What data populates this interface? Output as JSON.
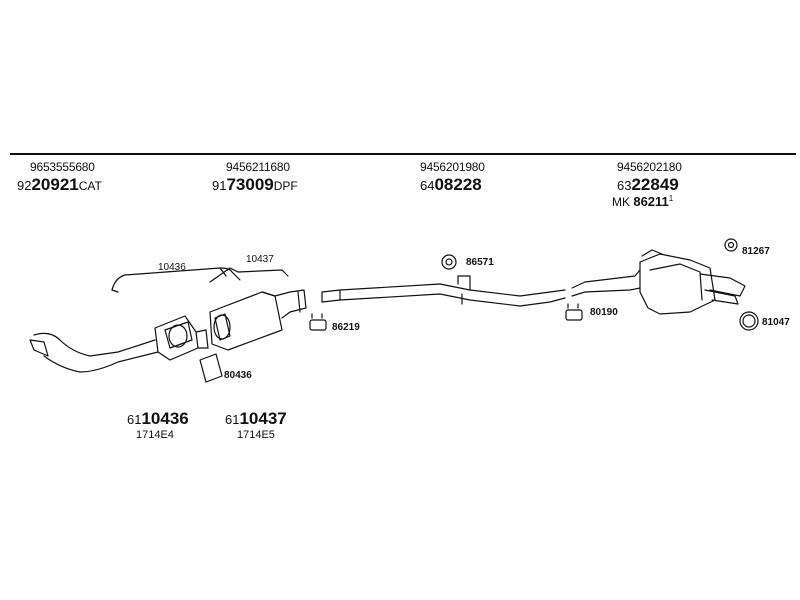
{
  "header": {
    "cols": [
      {
        "pn": "9653555680",
        "prefix": "92",
        "code": "20921",
        "suffix": "CAT"
      },
      {
        "pn": "9456211680",
        "prefix": "91",
        "code": "73009",
        "suffix": "DPF"
      },
      {
        "pn": "9456201980",
        "prefix": "64",
        "code": "08228",
        "suffix": ""
      },
      {
        "pn": "9456202180",
        "prefix": "63",
        "code": "22849",
        "suffix": ""
      }
    ],
    "mk": {
      "prefix": "MK",
      "code": "86211",
      "sup": "1"
    }
  },
  "parts": {
    "p10436": "10436",
    "p10437": "10437",
    "p86571": "86571",
    "p86219": "86219",
    "p80190": "80190",
    "p81267": "81267",
    "p81047": "81047",
    "p80436": "80436"
  },
  "bottom": [
    {
      "prefix": "61",
      "code": "10436",
      "sub": "1714E4"
    },
    {
      "prefix": "61",
      "code": "10437",
      "sub": "1714E5"
    }
  ]
}
